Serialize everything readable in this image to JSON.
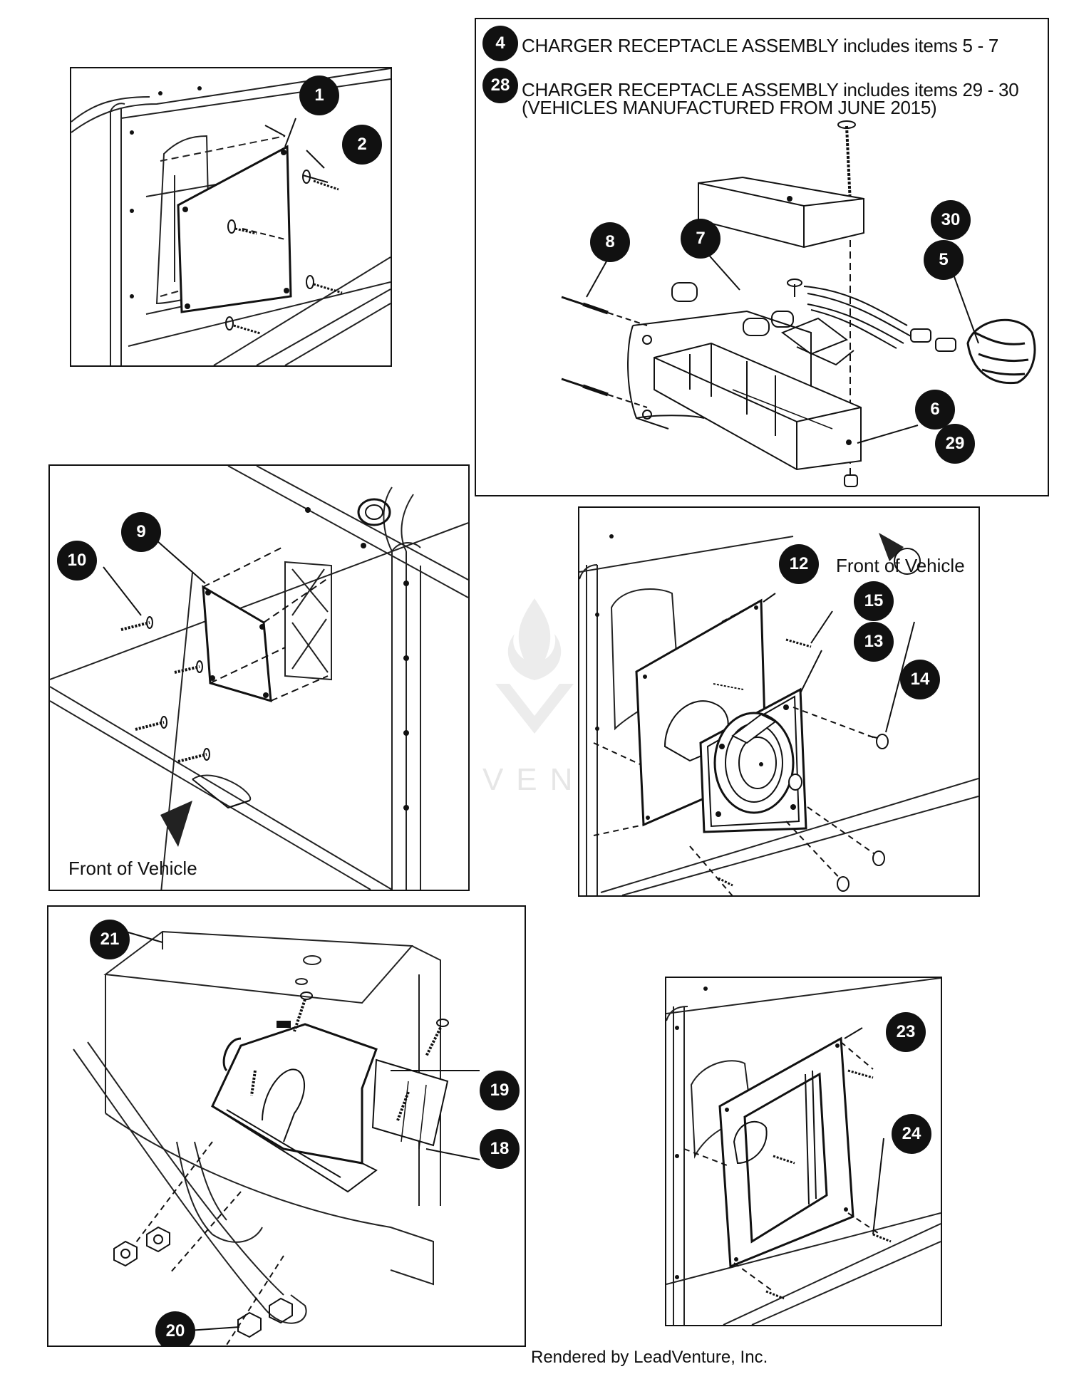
{
  "notes": [
    {
      "callout": "4",
      "text": "CHARGER RECEPTACLE ASSEMBLY includes items 5 - 7"
    },
    {
      "callout": "28",
      "text": "CHARGER RECEPTACLE ASSEMBLY includes items 29 - 30",
      "subtext": "(VEHICLES MANUFACTURED FROM JUNE 2015)"
    }
  ],
  "callouts": {
    "c1": "1",
    "c2": "2",
    "c5": "5",
    "c6": "6",
    "c7": "7",
    "c8": "8",
    "c9": "9",
    "c10": "10",
    "c12": "12",
    "c13": "13",
    "c14": "14",
    "c15": "15",
    "c18": "18",
    "c19": "19",
    "c20": "20",
    "c21": "21",
    "c23": "23",
    "c24": "24",
    "c29": "29",
    "c30": "30"
  },
  "labels": {
    "front_of_vehicle_1": "Front of Vehicle",
    "front_of_vehicle_2": "Front of Vehicle"
  },
  "watermark": "LEADVENTURE",
  "footer": "Rendered by LeadVenture, Inc."
}
